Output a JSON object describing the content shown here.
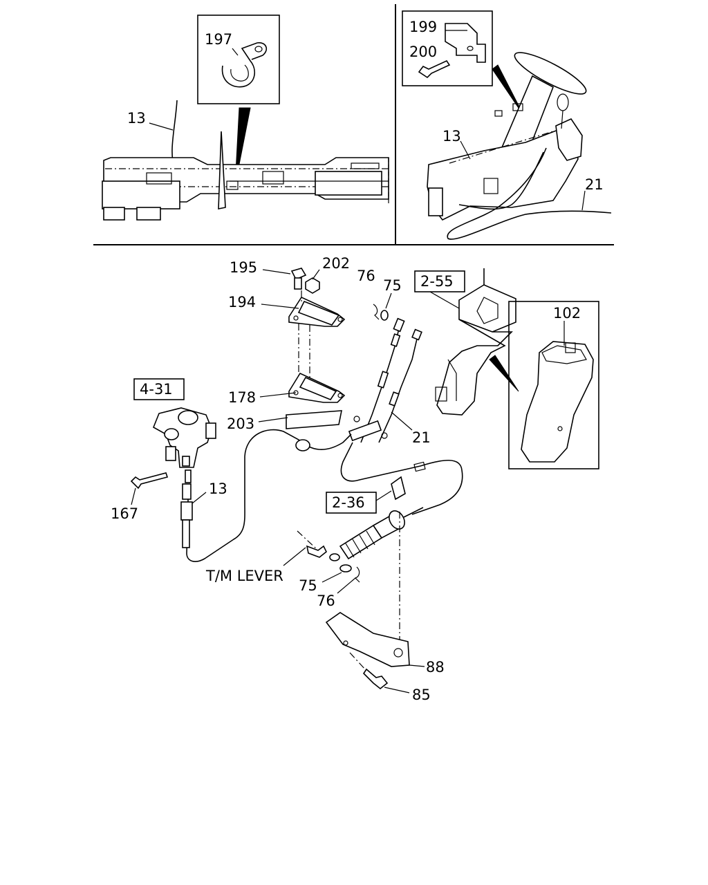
{
  "callouts": {
    "c197": "197",
    "c13_top": "13",
    "c199": "199",
    "c200": "200",
    "c13_right": "13",
    "c21_top": "21",
    "c195": "195",
    "c202": "202",
    "c76_top": "76",
    "c75_top": "75",
    "c194": "194",
    "c178": "178",
    "c203": "203",
    "c21_mid": "21",
    "c102": "102",
    "c167": "167",
    "c13_mid": "13",
    "c75_bot": "75",
    "c76_bot": "76",
    "c88": "88",
    "c85": "85"
  },
  "references": {
    "r2_55": "2-55",
    "r4_31": "4-31",
    "r2_36": "2-36"
  },
  "text_labels": {
    "tm_lever": "T/M LEVER"
  }
}
